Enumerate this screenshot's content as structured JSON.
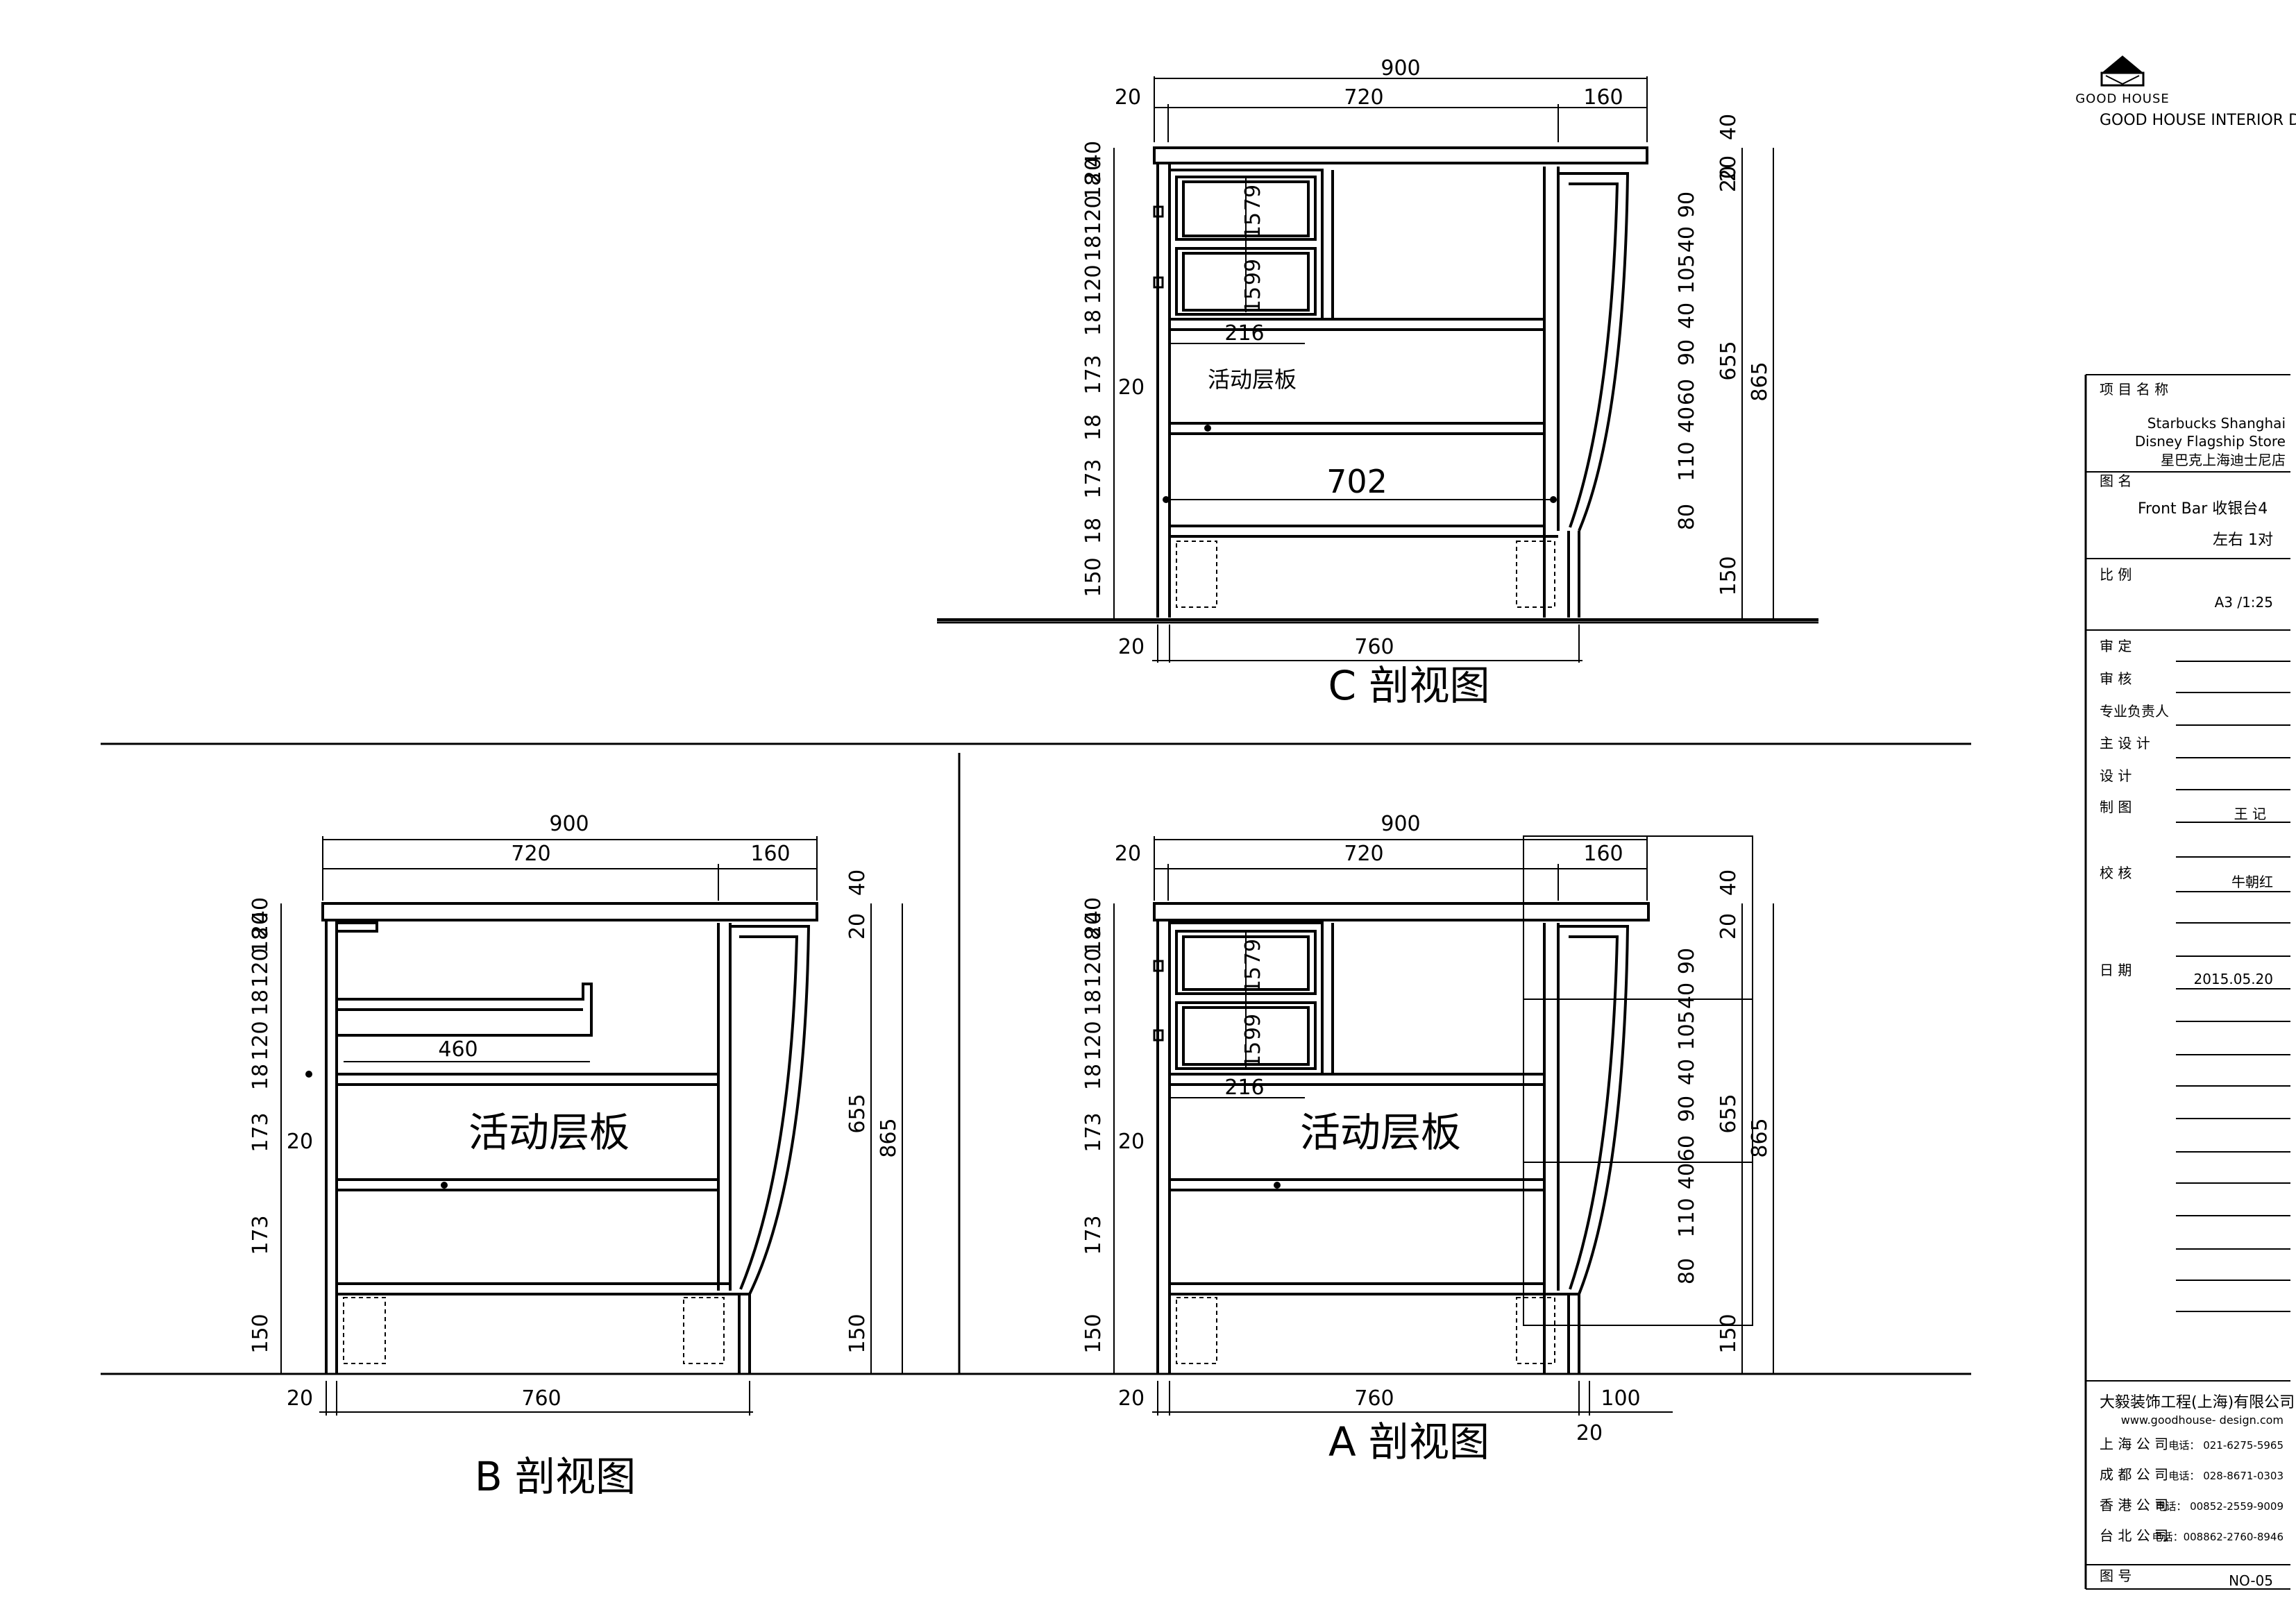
{
  "logo": {
    "brand_mark": "GOOD HOUSE",
    "company_name": "GOOD HOUSE INTERIOR DESIGN"
  },
  "title_block": {
    "project_label": "项 目 名 称",
    "project_name_en_1": "Starbucks Shanghai",
    "project_name_en_2": "Disney Flagship Store",
    "project_name_cn": "星巴克上海迪士尼店",
    "drawing_label": "图  名",
    "drawing_name": "Front Bar 收银台4",
    "drawing_note": "左右 1对",
    "scale_label": "比  例",
    "scale_value": "A3 /1:25",
    "review1": "审  定",
    "review2": "审  核",
    "lead": "专业负责人",
    "chief_design": "主 设 计",
    "design": "设  计",
    "drafting": "制  图",
    "drafting_name": "王 记",
    "check": "校  核",
    "check_name": "牛朝红",
    "date_label": "日  期",
    "date_value": "2015.05.20",
    "firm": "大毅装饰工程(上海)有限公司",
    "website": "www.goodhouse- design.com",
    "offices": [
      {
        "name": "上 海 公 司",
        "tel": "电话：  021-6275-5965"
      },
      {
        "name": "成 都 公 司",
        "tel": "电话：  028-8671-0303"
      },
      {
        "name": "香 港 公 司",
        "tel": "电话：  00852-2559-9009"
      },
      {
        "name": "台 北 公 司",
        "tel": "电话：008862-2760-8946"
      }
    ],
    "drawing_no_label": "图    号",
    "drawing_no": "NO-05"
  },
  "views": {
    "c": {
      "title": "C 剖视图",
      "dim_total": "900",
      "dim_left": "20",
      "dim_mid": "720",
      "dim_right": "160",
      "dim_base_left": "20",
      "dim_base": "760",
      "shelf_label": "活动层板",
      "shelf_gap": "20",
      "inner_width": "702",
      "drawer_w": "216",
      "drawer_dims": [
        "15",
        "79",
        "15",
        "99"
      ],
      "left_dims": [
        "40",
        "20",
        "18",
        "120",
        "18",
        "120",
        "18",
        "173",
        "18",
        "173",
        "18",
        "150"
      ],
      "right_dims": [
        "40",
        "20",
        "20",
        "90",
        "40",
        "105",
        "40",
        "90",
        "60",
        "40",
        "110",
        "80",
        "150"
      ],
      "dim_655": "655",
      "dim_865": "865"
    },
    "b": {
      "title": "B 剖视图",
      "dim_total": "900",
      "dim_mid": "720",
      "dim_right": "160",
      "dim_base_left": "20",
      "dim_base": "760",
      "shelf_label": "活动层板",
      "shelf_gap": "20",
      "drawer_depth": "460",
      "left_dims": [
        "40",
        "20",
        "18",
        "120",
        "18",
        "120",
        "18",
        "173",
        "173",
        "150"
      ],
      "right_dims": [
        "40",
        "20",
        "150"
      ],
      "dim_655": "655",
      "dim_865": "865"
    },
    "a": {
      "title": "A 剖视图",
      "dim_total": "900",
      "dim_left": "20",
      "dim_mid": "720",
      "dim_right": "160",
      "dim_base_left": "20",
      "dim_base": "760",
      "dim_extra": "100",
      "dim_extra_small": "20",
      "shelf_label": "活动层板",
      "shelf_gap": "20",
      "drawer_w": "216",
      "drawer_dims": [
        "15",
        "79",
        "15",
        "99"
      ],
      "left_dims": [
        "40",
        "20",
        "18",
        "120",
        "18",
        "120",
        "18",
        "173",
        "173",
        "150"
      ],
      "right_dims": [
        "40",
        "20",
        "90",
        "40",
        "105",
        "40",
        "90",
        "60",
        "40",
        "110",
        "80",
        "150"
      ],
      "dim_655": "655",
      "dim_865": "865"
    }
  }
}
